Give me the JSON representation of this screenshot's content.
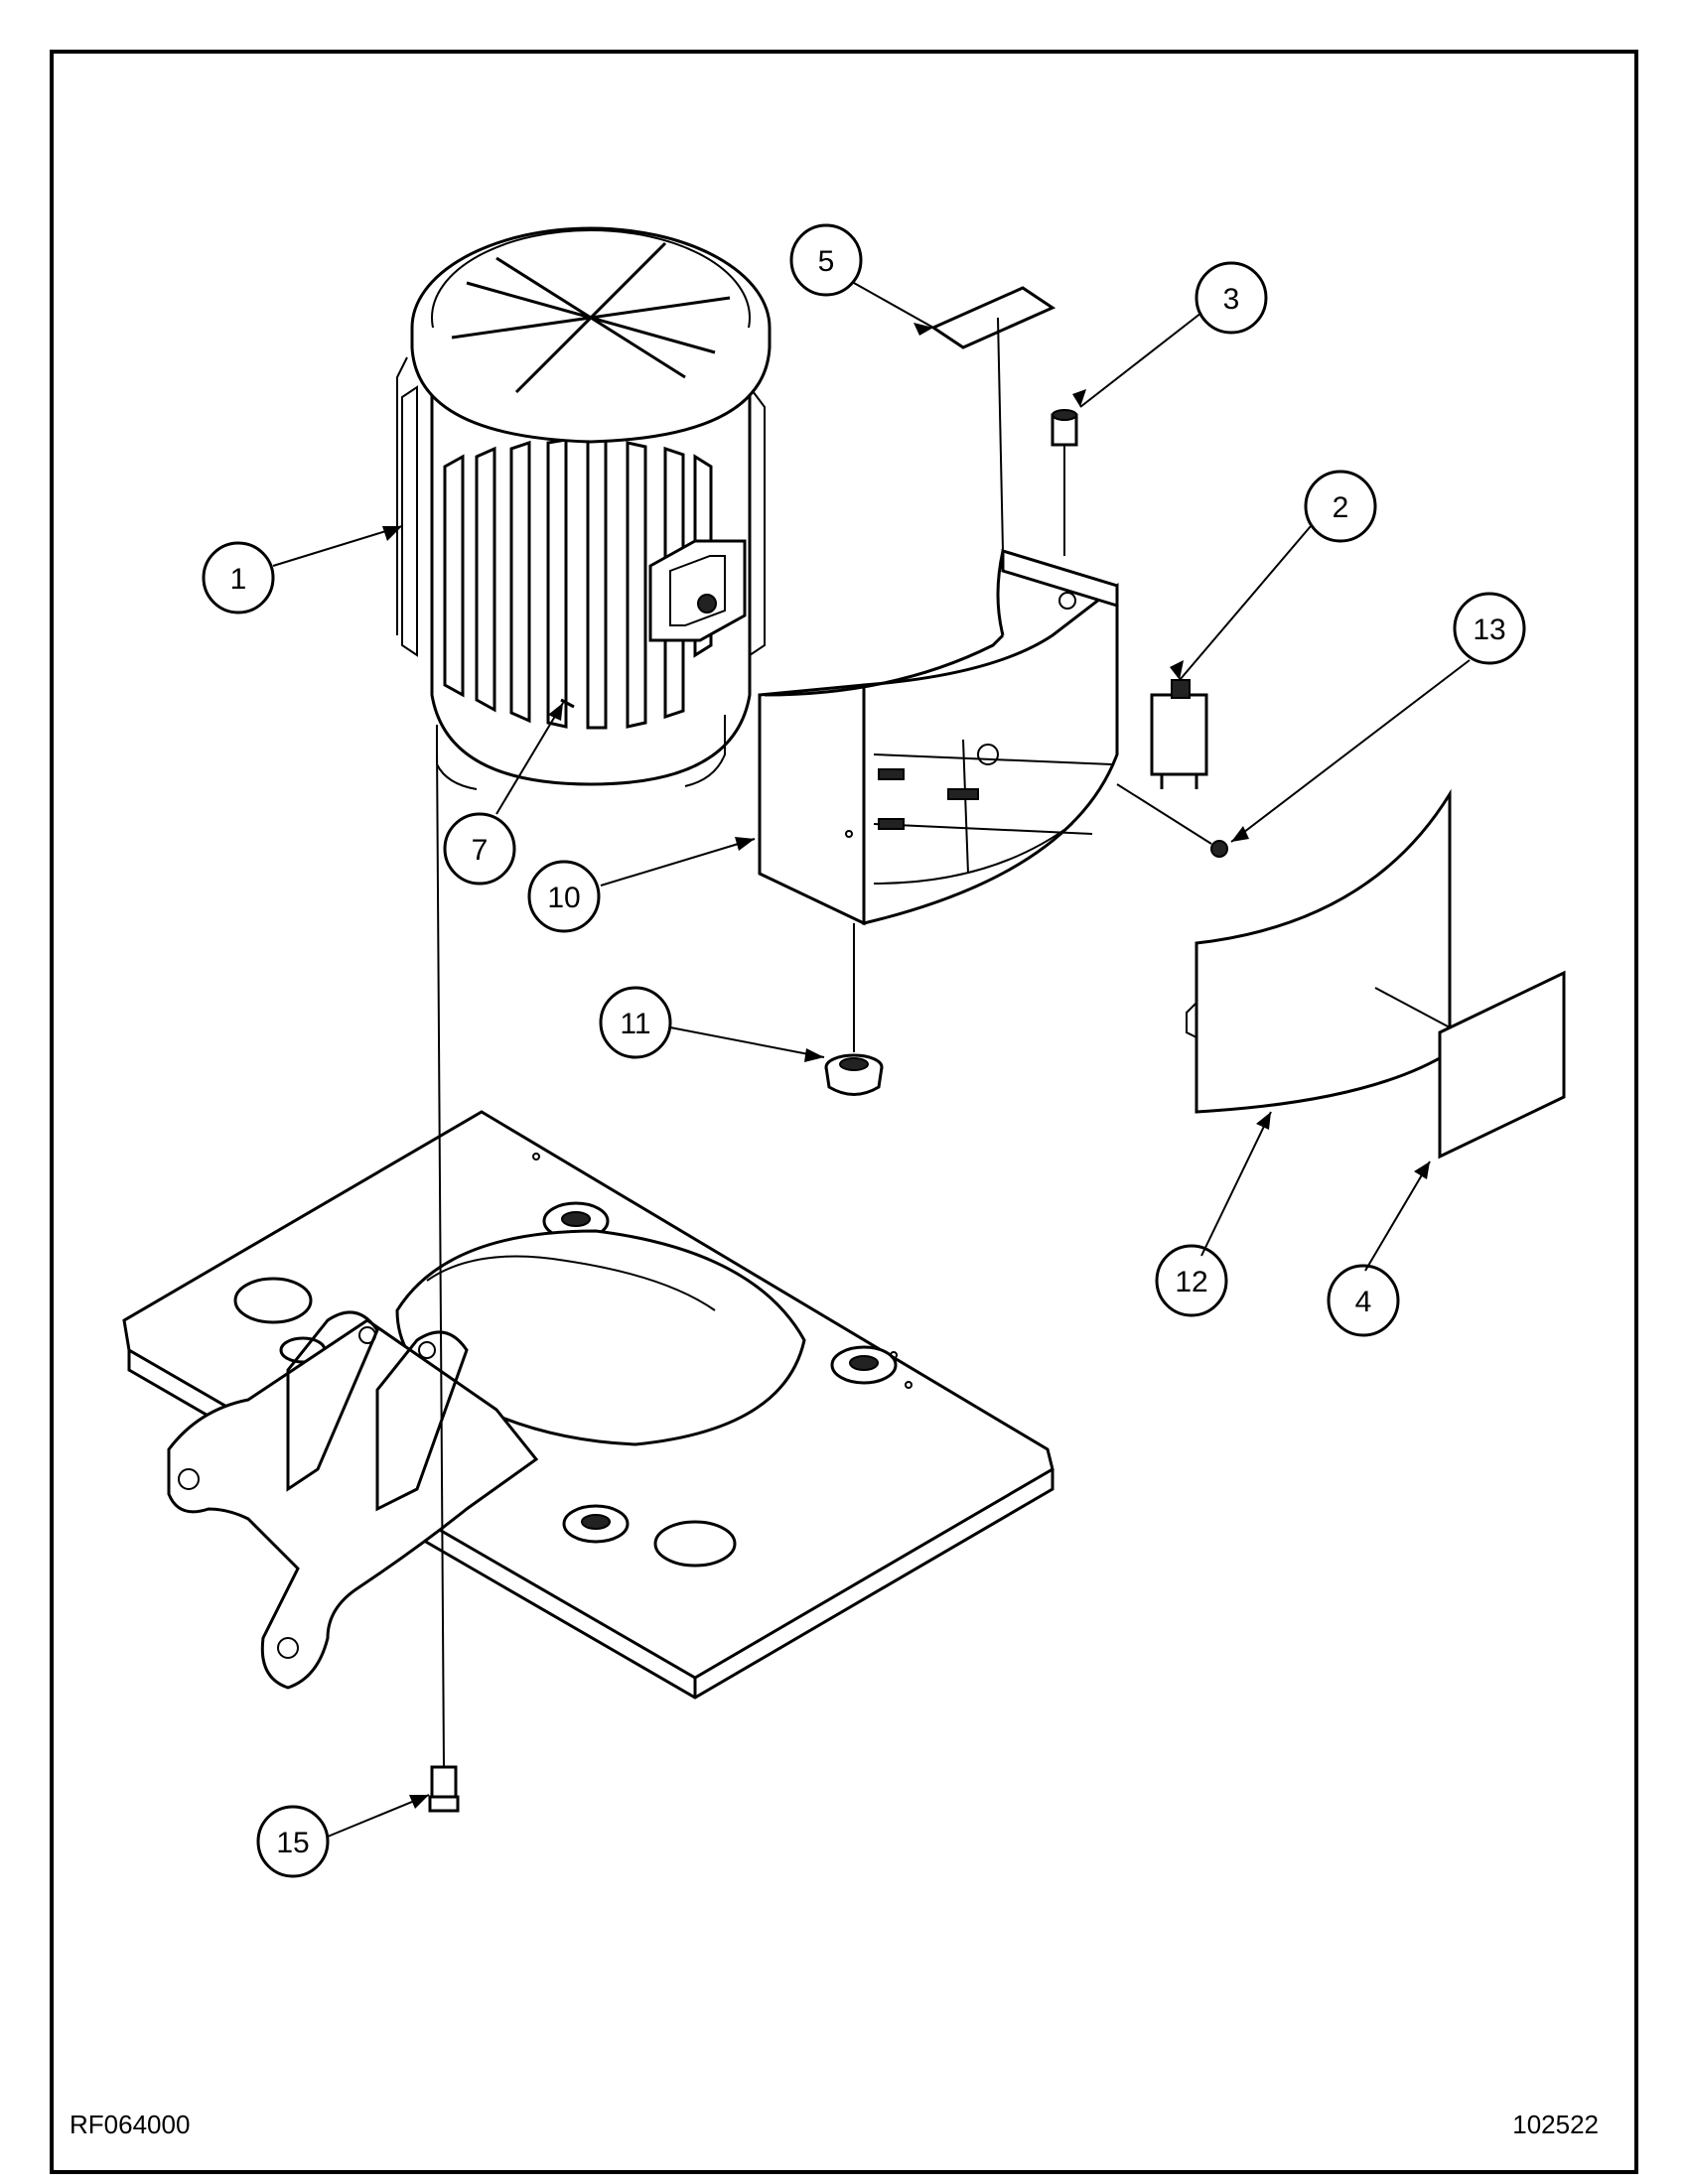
{
  "drawing": {
    "doc_code": "RF064000",
    "doc_date": "102522",
    "callouts": [
      "1",
      "2",
      "3",
      "4",
      "5",
      "7",
      "10",
      "11",
      "12",
      "13",
      "15"
    ]
  }
}
